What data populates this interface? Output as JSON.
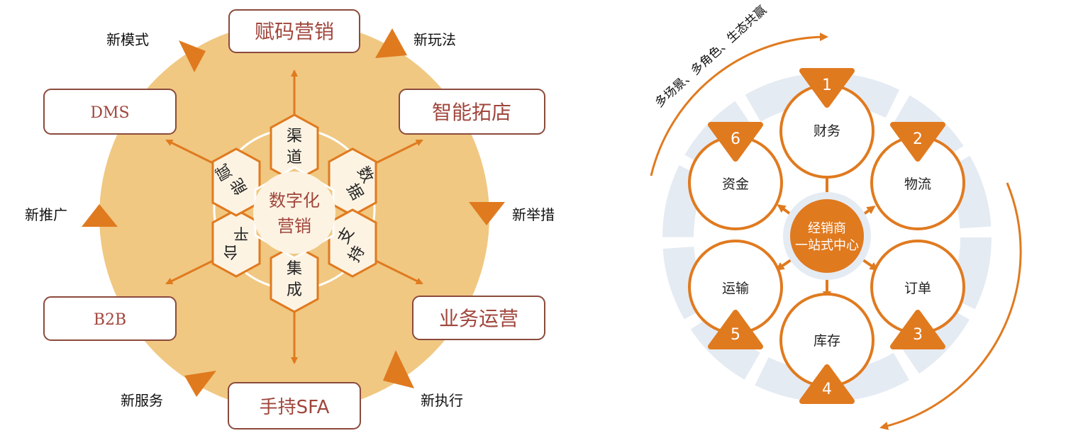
{
  "left_diagram": {
    "center": {
      "line1": "数字化",
      "line2": "营销"
    },
    "hex_items": [
      {
        "line1": "渠",
        "line2": "道"
      },
      {
        "line1": "数",
        "line2": "据"
      },
      {
        "line1": "支",
        "line2": "持"
      },
      {
        "line1": "集",
        "line2": "成"
      },
      {
        "line1": "平",
        "line2": "台"
      },
      {
        "line1": "赋",
        "line2": "能"
      }
    ],
    "boxes": [
      {
        "label": "赋码营销"
      },
      {
        "label": "智能拓店"
      },
      {
        "label": "业务运营"
      },
      {
        "label": "手持SFA"
      },
      {
        "label": "B2B"
      },
      {
        "label": "DMS"
      }
    ],
    "outer_labels": [
      {
        "label": "新模式"
      },
      {
        "label": "新玩法"
      },
      {
        "label": "新举措"
      },
      {
        "label": "新执行"
      },
      {
        "label": "新服务"
      },
      {
        "label": "新推广"
      }
    ]
  },
  "right_diagram": {
    "arc_label": "多场景、多角色、生态共赢",
    "center": {
      "line1": "经销商",
      "line2": "一站式中心"
    },
    "modules": [
      {
        "number": "1",
        "label": "财务"
      },
      {
        "number": "2",
        "label": "物流"
      },
      {
        "number": "3",
        "label": "订单"
      },
      {
        "number": "4",
        "label": "库存"
      },
      {
        "number": "5",
        "label": "运输"
      },
      {
        "number": "6",
        "label": "资金"
      }
    ]
  },
  "colors": {
    "orange": "#E07A1F",
    "disc": "#F0C882",
    "box_border": "#8B4A3C",
    "box_text": "#A0463C",
    "hex_fill": "#FDF3E3",
    "ring_grey": "#E5EBF3"
  }
}
